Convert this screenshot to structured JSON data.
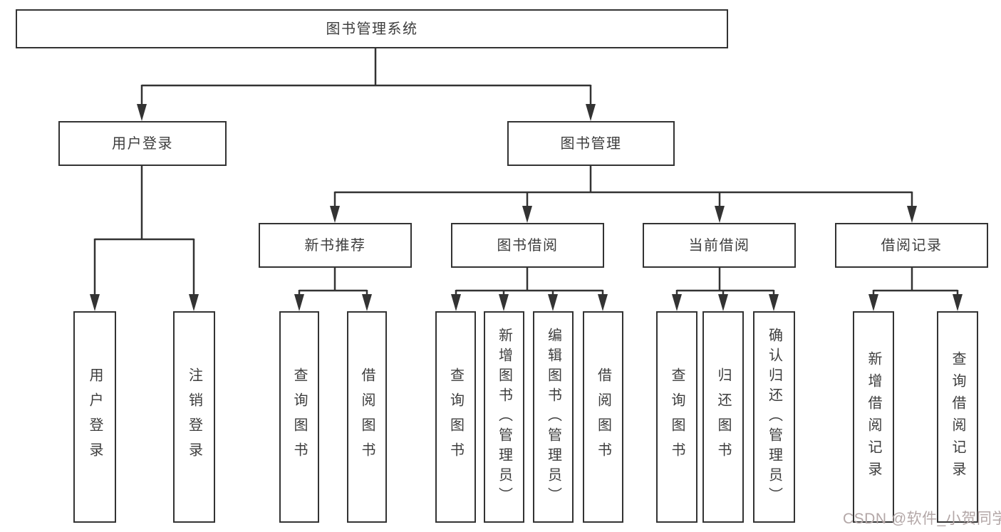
{
  "tree": {
    "label": "图书管理系统",
    "children": [
      {
        "label": "用户登录",
        "children": [
          {
            "label": "用户登录"
          },
          {
            "label": "注销登录"
          }
        ]
      },
      {
        "label": "图书管理",
        "children": [
          {
            "label": "新书推荐",
            "children": [
              {
                "label": "查询图书"
              },
              {
                "label": "借阅图书"
              }
            ]
          },
          {
            "label": "图书借阅",
            "children": [
              {
                "label": "查询图书"
              },
              {
                "label": "新增图书（管理员）"
              },
              {
                "label": "编辑图书（管理员）"
              },
              {
                "label": "借阅图书"
              }
            ]
          },
          {
            "label": "当前借阅",
            "children": [
              {
                "label": "查询图书"
              },
              {
                "label": "归还图书"
              },
              {
                "label": "确认归还（管理员）"
              }
            ]
          },
          {
            "label": "借阅记录",
            "children": [
              {
                "label": "新增借阅记录"
              },
              {
                "label": "查询借阅记录"
              }
            ]
          }
        ]
      }
    ]
  },
  "watermark": {
    "text": "CSDN @软件_小贺同学"
  },
  "colors": {
    "line": "#333333",
    "text": "#3d3d3d",
    "watermark": "#b3a7a7",
    "background": "#ffffff"
  }
}
